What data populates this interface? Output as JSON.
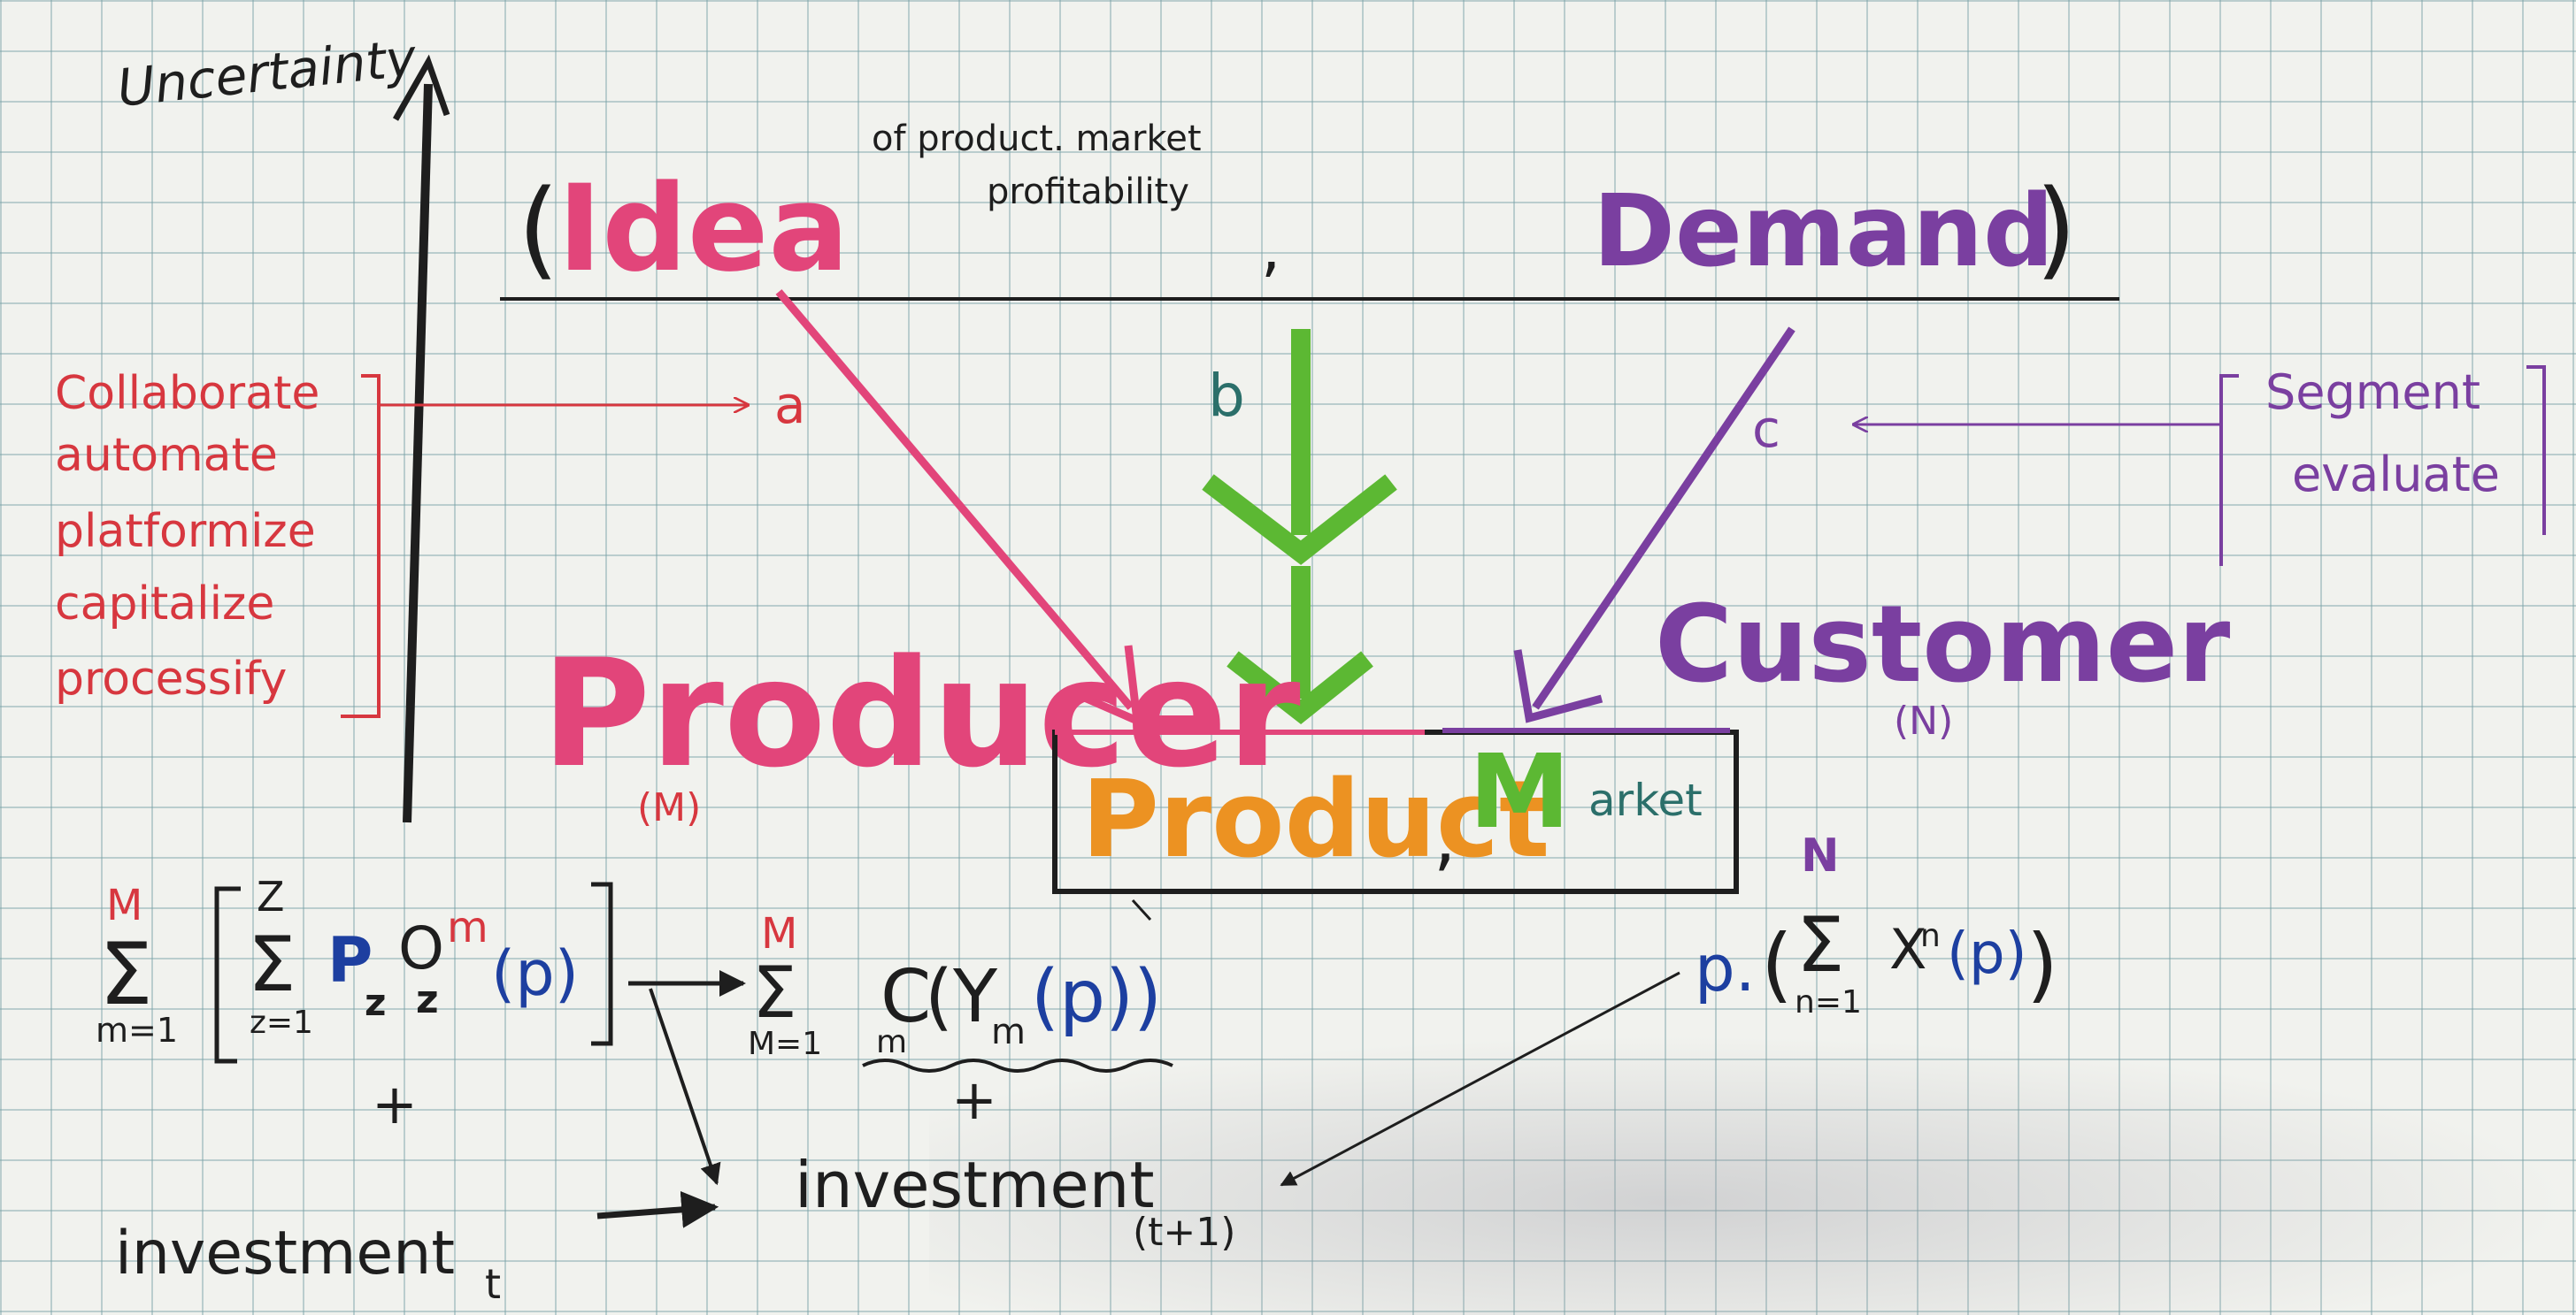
{
  "axis_label": "Uncertainty",
  "top_row": {
    "open_paren": "(",
    "idea": "Idea",
    "note_line1": "of product. market",
    "note_line2": "profitability",
    "comma": ",",
    "demand": "Demand",
    "close_paren": ")"
  },
  "arrow_labels": {
    "a": "a",
    "b": "b",
    "c": "c"
  },
  "actions_left": [
    "Collaborate",
    "automate",
    "platformize",
    "capitalize",
    "processify"
  ],
  "actions_right": [
    "Segment",
    "evaluate"
  ],
  "producer": {
    "label": "Producer",
    "count": "(M)"
  },
  "customer": {
    "label": "Customer",
    "count": "(N)"
  },
  "box": {
    "product": "Product",
    "comma": ",",
    "m": "M",
    "arket": "arket"
  },
  "formula_left": {
    "outer_top": "M",
    "outer_bottom": "m=1",
    "inner_top": "Z",
    "inner_bottom": "z=1",
    "p": "P",
    "p_sub": "z",
    "o": "O",
    "o_sup": "m",
    "o_sub": "z",
    "arg": "(p)",
    "plus": "+"
  },
  "formula_mid": {
    "top": "M",
    "bottom": "M=1",
    "c": "C",
    "c_sub": "m",
    "y": "(Y",
    "y_sub": "m",
    "arg": "(p))",
    "plus": "+"
  },
  "formula_right": {
    "p": "p.",
    "open": "(",
    "top": "N",
    "bottom": "n=1",
    "x": "X",
    "x_sup": "n",
    "arg": "(p)",
    "close": ")"
  },
  "investment_t": {
    "label": "investment",
    "sub": "t"
  },
  "investment_t1": {
    "label": "investment",
    "sub": "(t+1)"
  },
  "colors": {
    "ink": "#1e1e1e",
    "pink": "#e2457a",
    "purple": "#7a3fa0",
    "red": "#d7373f",
    "green": "#5cb833",
    "orange": "#ec9222",
    "teal": "#2b6f6a",
    "blue": "#1d3fa0"
  }
}
